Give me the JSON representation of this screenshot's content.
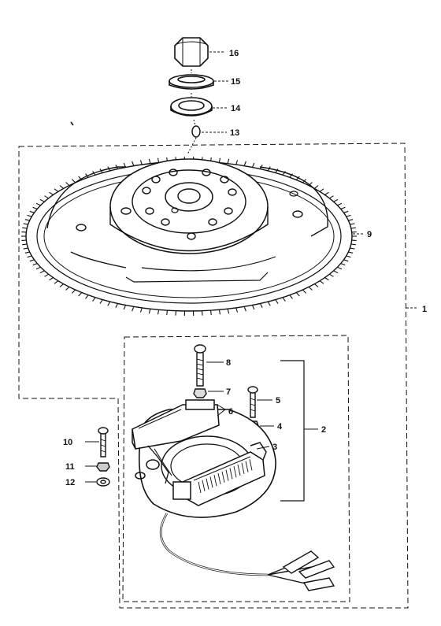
{
  "diagram": {
    "callouts": [
      {
        "id": "16",
        "label": "16"
      },
      {
        "id": "15",
        "label": "15"
      },
      {
        "id": "14",
        "label": "14"
      },
      {
        "id": "13",
        "label": "13"
      },
      {
        "id": "9",
        "label": "9"
      },
      {
        "id": "1",
        "label": "1"
      },
      {
        "id": "8",
        "label": "8"
      },
      {
        "id": "7",
        "label": "7"
      },
      {
        "id": "6",
        "label": "6"
      },
      {
        "id": "5",
        "label": "5"
      },
      {
        "id": "4",
        "label": "4"
      },
      {
        "id": "2",
        "label": "2"
      },
      {
        "id": "3",
        "label": "3"
      },
      {
        "id": "10",
        "label": "10"
      },
      {
        "id": "11",
        "label": "11"
      },
      {
        "id": "12",
        "label": "12"
      }
    ]
  }
}
